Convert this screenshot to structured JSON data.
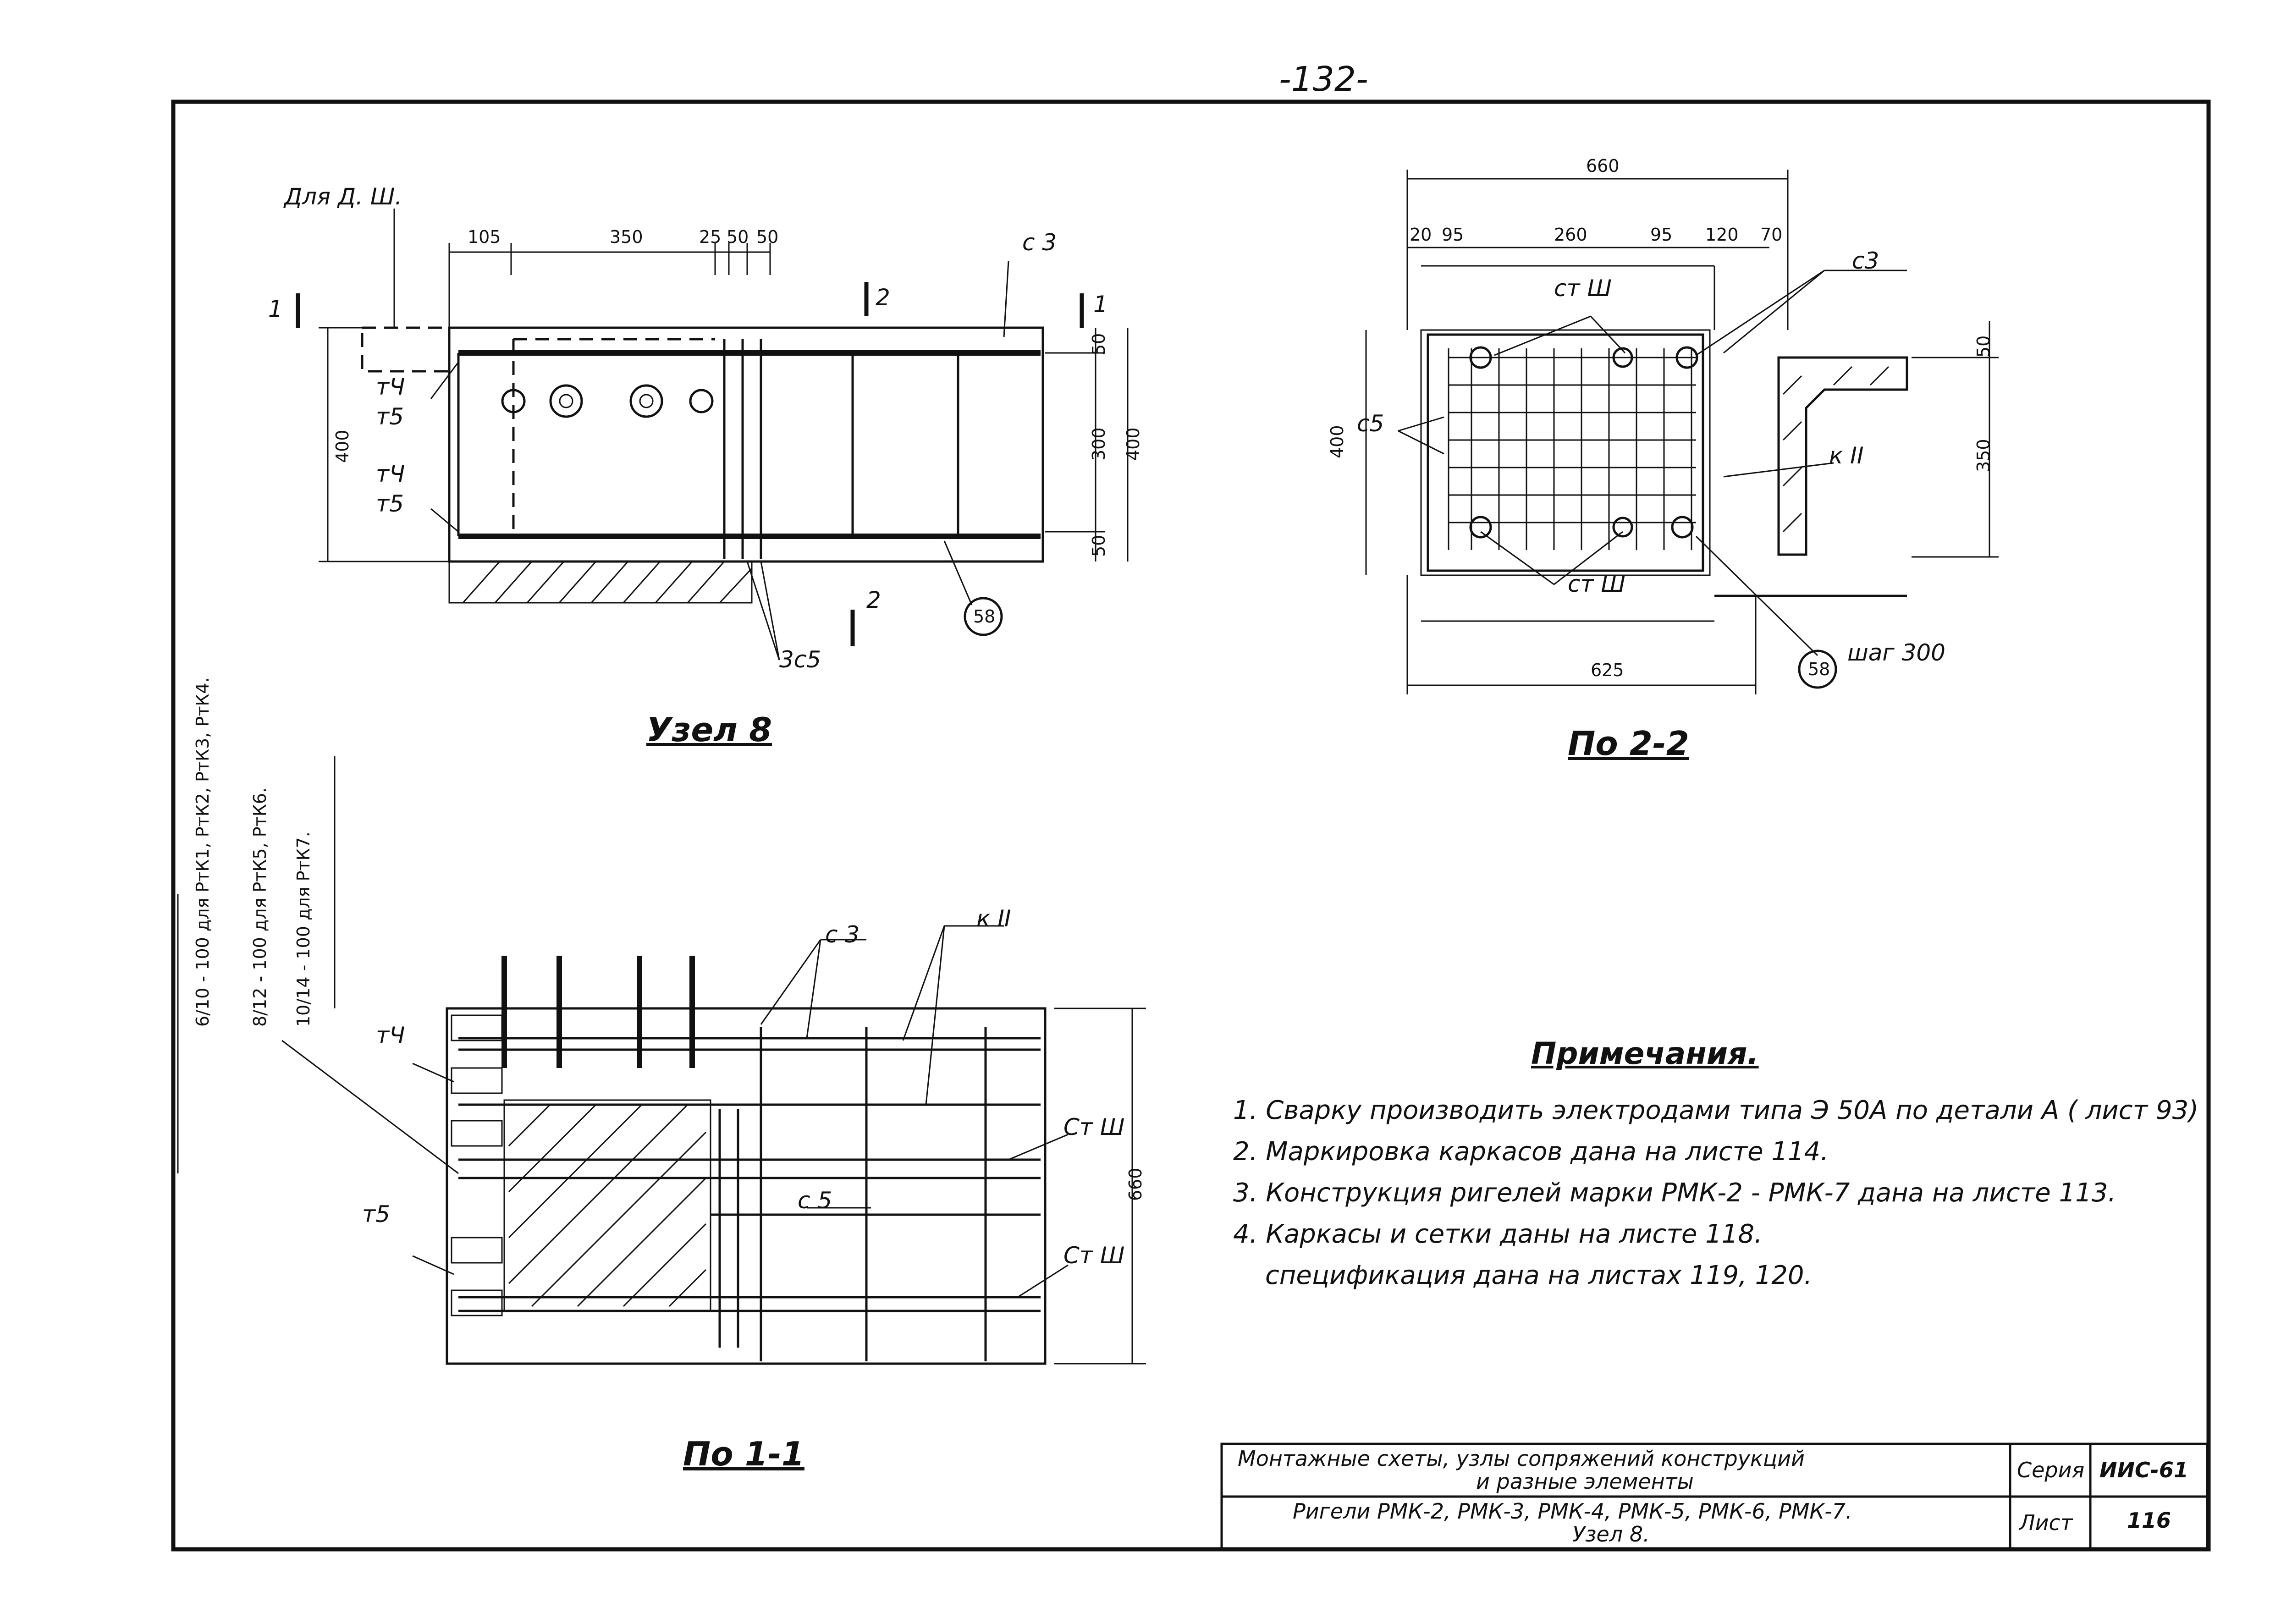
{
  "page_number": "-132-",
  "node8": {
    "caption": "Узел 8",
    "label_dsh": "Для Д. Ш.",
    "dims_top": [
      "105",
      "350",
      "25",
      "50",
      "50"
    ],
    "dim_left": "400",
    "dims_right_inner": [
      "50",
      "300",
      "50"
    ],
    "dim_right_outer": "400",
    "label_c3": "с 3",
    "label_tch_top": "тЧ",
    "label_t5_top": "т5",
    "label_tch_bottom": "тЧ",
    "label_t5_bottom": "т5",
    "label_3c5": "3с5",
    "circle_58": "58",
    "section_1": "1",
    "section_2": "2"
  },
  "section22": {
    "caption": "По 2-2",
    "dim_total": "660",
    "dims_top": [
      "20",
      "95",
      "260",
      "95",
      "120",
      "70"
    ],
    "dim_bottom": "625",
    "dim_left": "400",
    "dims_right": [
      "50",
      "350"
    ],
    "label_st3_top": "ст Ш",
    "label_st3_bottom": "ст Ш",
    "label_c3": "с3",
    "label_c5": "с5",
    "label_k2": "к II",
    "circle_58": "58",
    "label_step": "шаг 300"
  },
  "section11": {
    "caption": "По 1-1",
    "label_c3": "с 3",
    "label_k2": "к II",
    "label_tch": "тЧ",
    "label_t5": "т5",
    "label_c5": "с 5",
    "label_st3_top": "Ст Ш",
    "label_st3_bottom": "Ст Ш",
    "dim_right": "660"
  },
  "vertical_notes": [
    "6/10 - 100 для РтК1, РтК2, РтК3, РтК4.",
    "8/12 - 100 для РтК5, РтК6.",
    "10/14 - 100 для РтК7."
  ],
  "notes": {
    "title": "Примечания.",
    "items": [
      "1. Сварку производить электродами типа Э 50А по детали А ( лист 93)",
      "2. Маркировка каркасов дана на листе 114.",
      "3. Конструкция ригелей марки РМК-2 - РМК-7 дана на листе 113.",
      "4. Каркасы и сетки даны на листе 118.",
      "спецификация дана на листах 119, 120."
    ]
  },
  "title_block": {
    "line1": "Монтажные схеты, узлы сопряжений конструкций",
    "line2": "и разные элементы",
    "line3": "Ригели РМК-2, РМК-3, РМК-4, РМК-5, РМК-6, РМК-7.",
    "line4": "Узел 8.",
    "series_label": "Серия",
    "series_value": "ИИС-61",
    "sheet_label": "Лист",
    "sheet_value": "116"
  }
}
